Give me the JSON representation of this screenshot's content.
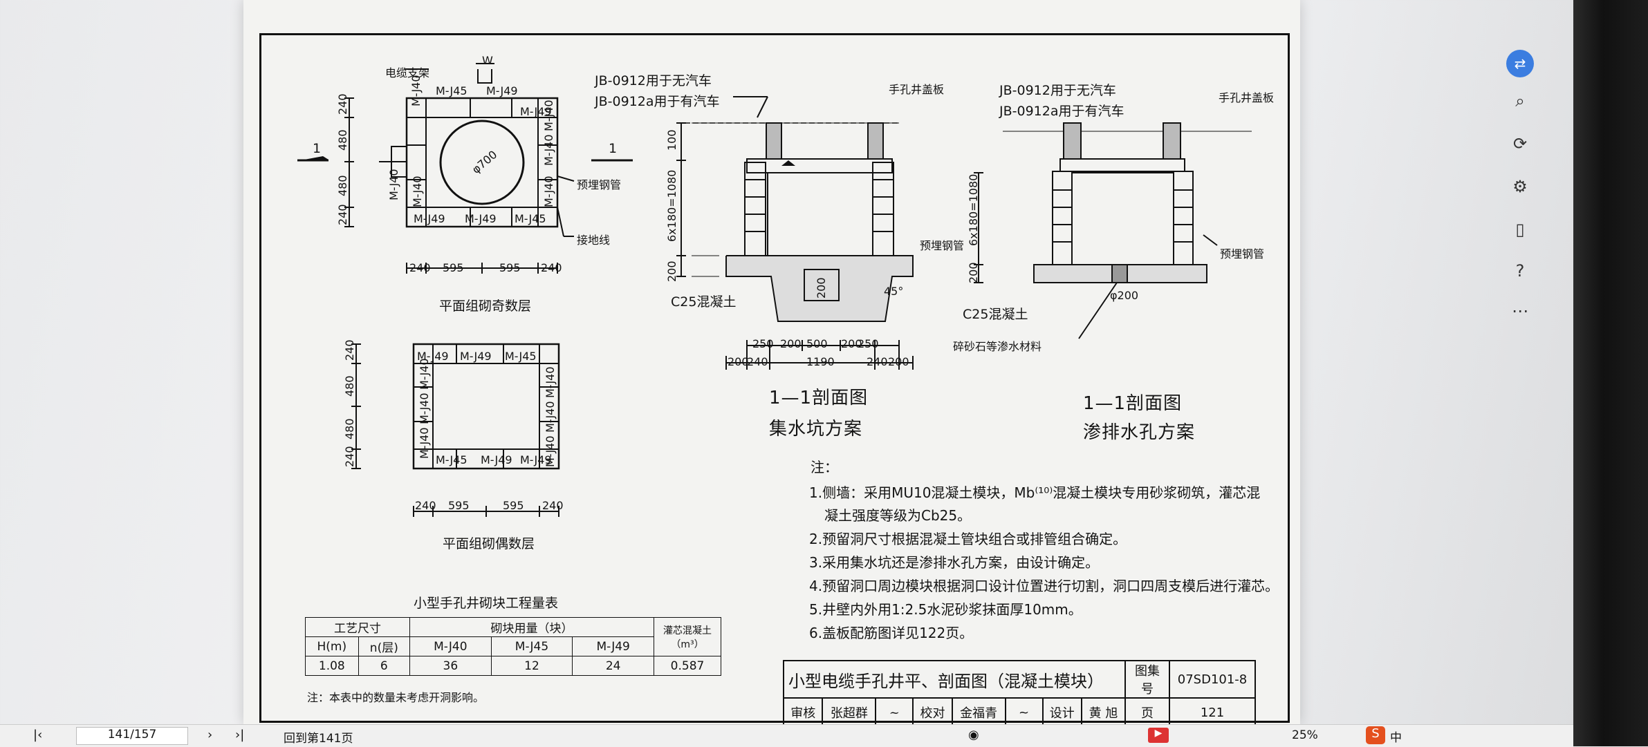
{
  "drawing": {
    "plan_odd": {
      "labels": {
        "cable_bracket": "电缆支架",
        "w": "W",
        "m45_top": "M-J45",
        "m49_top": "M-J49",
        "m49_tr": "M-J49",
        "m40_l1": "M-J40",
        "m40_r1": "M-J40",
        "m40_l2": "M-J40",
        "m40_r2": "M-J40",
        "m40_l3": "M-J40",
        "m40_r3": "M-J40",
        "m49_bl": "M-J49",
        "m49_bm": "M-J49",
        "m45_br": "M-J45",
        "diameter": "φ700",
        "pipe": "预埋钢管",
        "ground": "接地线",
        "section": "1"
      },
      "dims_v": [
        "240",
        "480",
        "480",
        "240"
      ],
      "dims_h": [
        "240",
        "595",
        "595",
        "240"
      ],
      "title": "平面组砌奇数层"
    },
    "plan_even": {
      "labels": {
        "t1": "M-J49",
        "t2": "M-J49",
        "t3": "M-J45",
        "b1": "M-J45",
        "b2": "M-J49",
        "b3": "M-J49",
        "l1": "M-J40",
        "l2": "M-J40",
        "l3": "M-J40",
        "l4": "M-J40",
        "r1": "M-J40",
        "r2": "M-J40",
        "r3": "M-J40"
      },
      "dims_v": [
        "240",
        "480",
        "480",
        "240"
      ],
      "dims_h": [
        "240",
        "595",
        "595",
        "240"
      ],
      "title": "平面组砌偶数层"
    },
    "section_a": {
      "jb1": "JB-0912用于无汽车",
      "jb2": "JB-0912a用于有汽车",
      "cover": "手孔井盖板",
      "pipe": "预埋钢管",
      "concrete": "C25混凝土",
      "dim_top": "100",
      "dim_wall": "6x180=1080",
      "dim_base": "200",
      "dim_pit": "200",
      "angle": "45°",
      "dims_row1": [
        "250",
        "200",
        "500",
        "200",
        "250"
      ],
      "dims_row2": [
        "200",
        "240",
        "1190",
        "240",
        "200"
      ],
      "title1": "1—1剖面图",
      "title2": "集水坑方案"
    },
    "section_b": {
      "jb1": "JB-0912用于无汽车",
      "jb2": "JB-0912a用于有汽车",
      "cover": "手孔井盖板",
      "pipe": "预埋钢管",
      "concrete": "C25混凝土",
      "gravel": "碎砂石等渗水材料",
      "drain": "φ200",
      "dim_wall": "6x180=1080",
      "dim_base": "200",
      "title1": "1—1剖面图",
      "title2": "渗排水孔方案"
    },
    "notes": {
      "heading": "注：",
      "items": [
        "1.侧墙：采用MU10混凝土模块，Mb⁽¹⁰⁾混凝土模块专用砂浆砌筑，灌芯混",
        "凝土强度等级为Cb25。",
        "2.预留洞尺寸根据混凝土管块组合或排管组合确定。",
        "3.采用集水坑还是渗排水孔方案，由设计确定。",
        "4.预留洞口周边模块根据洞口设计位置进行切割，洞口四周支模后进行灌芯。",
        "5.井壁内外用1:2.5水泥砂浆抹面厚10mm。",
        "6.盖板配筋图详见122页。"
      ]
    },
    "qty_table": {
      "title": "小型手孔井砌块工程量表",
      "h_craft": "工艺尺寸",
      "h_blocks": "砌块用量（块）",
      "h_grout": "灌芯混凝土",
      "h_unit": "（m³）",
      "cols": [
        "H(m)",
        "n(层)",
        "M-J40",
        "M-J45",
        "M-J49"
      ],
      "row": [
        "1.08",
        "6",
        "36",
        "12",
        "24",
        "0.587"
      ],
      "footnote": "注：本表中的数量未考虑开洞影响。"
    },
    "title_block": {
      "title": "小型电缆手孔井平、剖面图（混凝土模块）",
      "atlas_label": "图集号",
      "atlas_no": "07SD101-8",
      "review": "审核",
      "reviewer": "张超群",
      "check": "校对",
      "checker": "金福青",
      "design": "设计",
      "designer": "黄 旭",
      "page_label": "页",
      "page_no": "121"
    }
  },
  "viewer": {
    "page_indicator": "141/157",
    "back_label": "回到第141页",
    "zoom": "25%",
    "sidebar_icons": [
      "translate-icon",
      "search-icon",
      "rotate-icon",
      "adjust-icon",
      "book-icon",
      "help-icon",
      "more-icon"
    ],
    "ime_lang": "中"
  }
}
